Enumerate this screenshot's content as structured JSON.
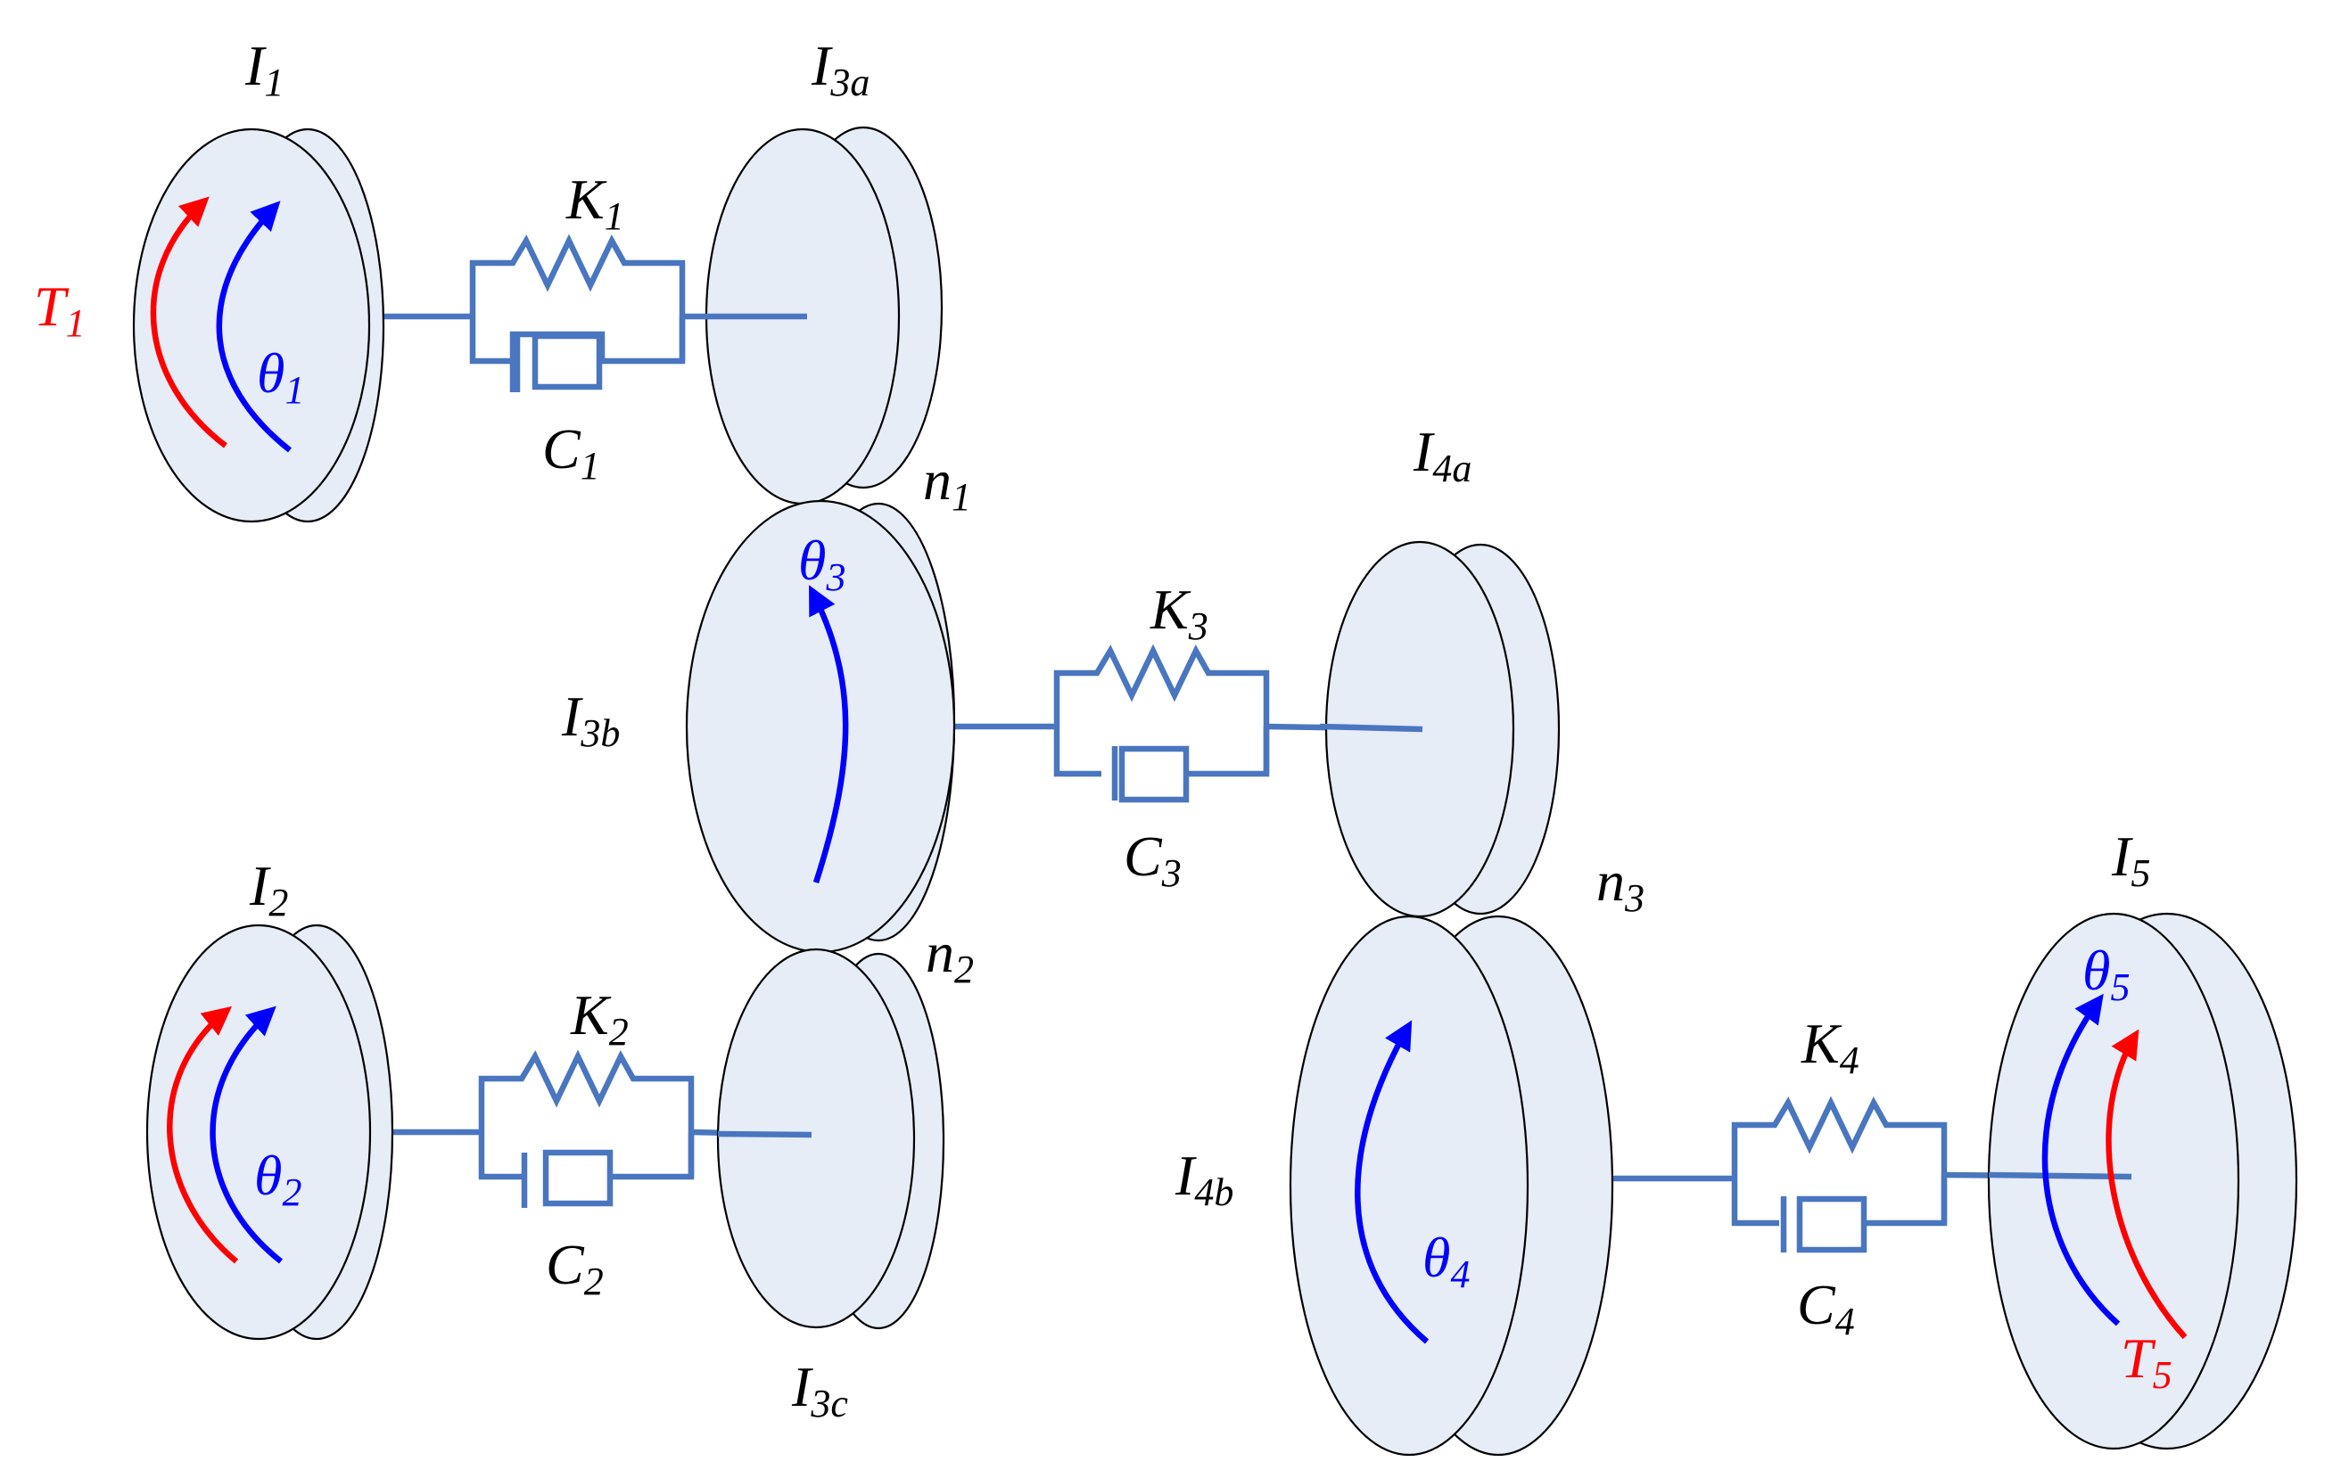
{
  "colors": {
    "disk_fill": "#e6edf7",
    "connector": "#4a76c0",
    "torque": "#ff0000",
    "angle": "#0000ff"
  },
  "inertias": {
    "I1": {
      "base": "I",
      "sub": "1"
    },
    "I2": {
      "base": "I",
      "sub": "2"
    },
    "I3a": {
      "base": "I",
      "sub": "3a"
    },
    "I3b": {
      "base": "I",
      "sub": "3b"
    },
    "I3c": {
      "base": "I",
      "sub": "3c"
    },
    "I4a": {
      "base": "I",
      "sub": "4a"
    },
    "I4b": {
      "base": "I",
      "sub": "4b"
    },
    "I5": {
      "base": "I",
      "sub": "5"
    }
  },
  "stiffness": {
    "K1": {
      "base": "K",
      "sub": "1"
    },
    "K2": {
      "base": "K",
      "sub": "2"
    },
    "K3": {
      "base": "K",
      "sub": "3"
    },
    "K4": {
      "base": "K",
      "sub": "4"
    }
  },
  "damping": {
    "C1": {
      "base": "C",
      "sub": "1"
    },
    "C2": {
      "base": "C",
      "sub": "2"
    },
    "C3": {
      "base": "C",
      "sub": "3"
    },
    "C4": {
      "base": "C",
      "sub": "4"
    }
  },
  "gear_ratios": {
    "n1": {
      "base": "n",
      "sub": "1"
    },
    "n2": {
      "base": "n",
      "sub": "2"
    },
    "n3": {
      "base": "n",
      "sub": "3"
    }
  },
  "torques": {
    "T1": {
      "base": "T",
      "sub": "1"
    },
    "T5": {
      "base": "T",
      "sub": "5"
    }
  },
  "angles": {
    "theta1": {
      "base": "θ",
      "sub": "1"
    },
    "theta2": {
      "base": "θ",
      "sub": "2"
    },
    "theta3": {
      "base": "θ",
      "sub": "3"
    },
    "theta4": {
      "base": "θ",
      "sub": "4"
    },
    "theta5": {
      "base": "θ",
      "sub": "5"
    }
  }
}
